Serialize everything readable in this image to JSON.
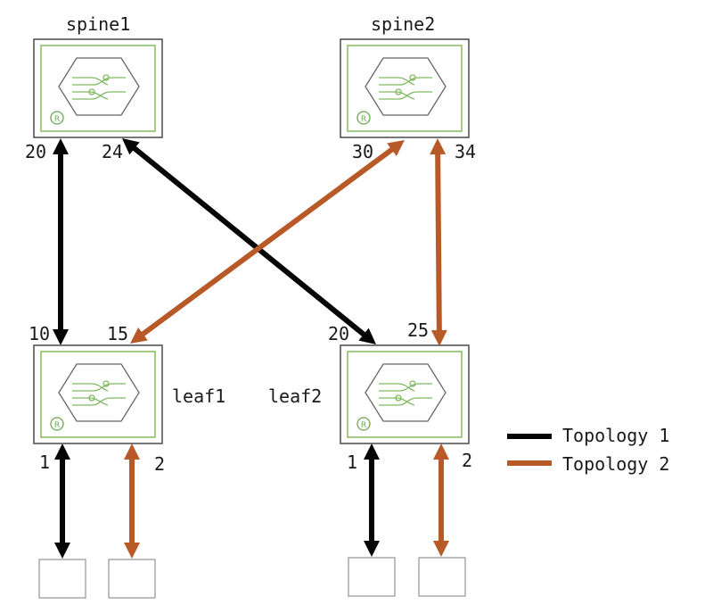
{
  "colors": {
    "topology1": "#050505",
    "topology2": "#b85a28"
  },
  "devices": {
    "spine1": "spine1",
    "spine2": "spine2",
    "leaf1": "leaf1",
    "leaf2": "leaf2"
  },
  "ports": {
    "spine1_left": "20",
    "spine1_right": "24",
    "spine2_left": "30",
    "spine2_right": "34",
    "leaf1_left": "10",
    "leaf1_right": "15",
    "leaf2_left": "20",
    "leaf2_right": "25",
    "leaf1_host_left": "1",
    "leaf1_host_right": "2",
    "leaf2_host_left": "1",
    "leaf2_host_right": "2"
  },
  "legend": {
    "topology1": "Topology 1",
    "topology2": "Topology 2"
  }
}
